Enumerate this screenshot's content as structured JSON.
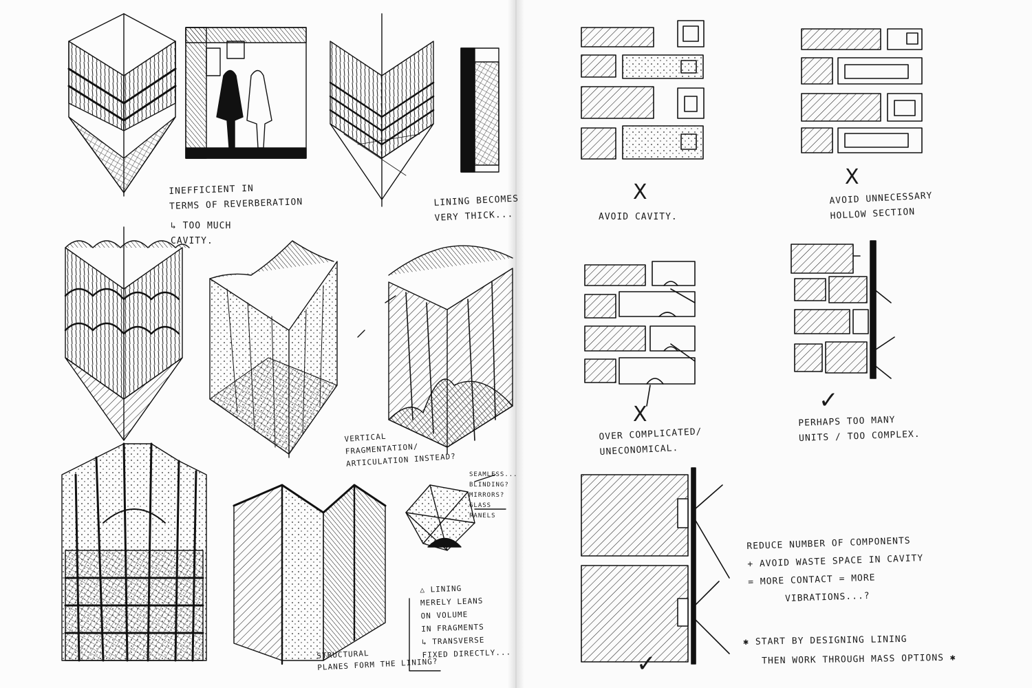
{
  "left_page": {
    "notes": {
      "inefficient": "INEFFICIENT IN\nTERMS OF REVERBERATION",
      "too_much": "↳ TOO MUCH\nCAVITY.",
      "lining": "LINING BECOMES\nVERY THICK...",
      "vertical": "VERTICAL\nFRAGMENTATION/\nARTICULATION INSTEAD?",
      "seamless": "SEAMLESS...\nBLINDING?\nMIRRORS?\nGLASS\nPANELS",
      "lining_leans": "△ LINING\nMERELY LEANS\nON VOLUME\nIN FRAGMENTS\n↳ TRANSVERSE\nFIXED DIRECTLY...",
      "structural": "STRUCTURAL\nPLANES FORM THE LINING?"
    }
  },
  "right_page": {
    "notes": {
      "avoid_cavity": "AVOID CAVITY.",
      "avoid_hollow": "AVOID UNNECESSARY\nHOLLOW SECTION",
      "over_complicated": "OVER COMPLICATED/\nUNECONOMICAL.",
      "perhaps": "PERHAPS TOO MANY\nUNITS / TOO COMPLEX.",
      "reduce": "REDUCE NUMBER OF COMPONENTS\n+ AVOID WASTE SPACE IN CAVITY\n= MORE CONTACT = MORE\n      VIBRATIONS...?",
      "start": "✱ START BY DESIGNING LINING\n   THEN WORK THROUGH MASS OPTIONS ✱"
    },
    "marks": {
      "cross_1": "X",
      "cross_2": "X",
      "cross_3": "X",
      "tick_1": "✓",
      "tick_2": "✓"
    }
  }
}
